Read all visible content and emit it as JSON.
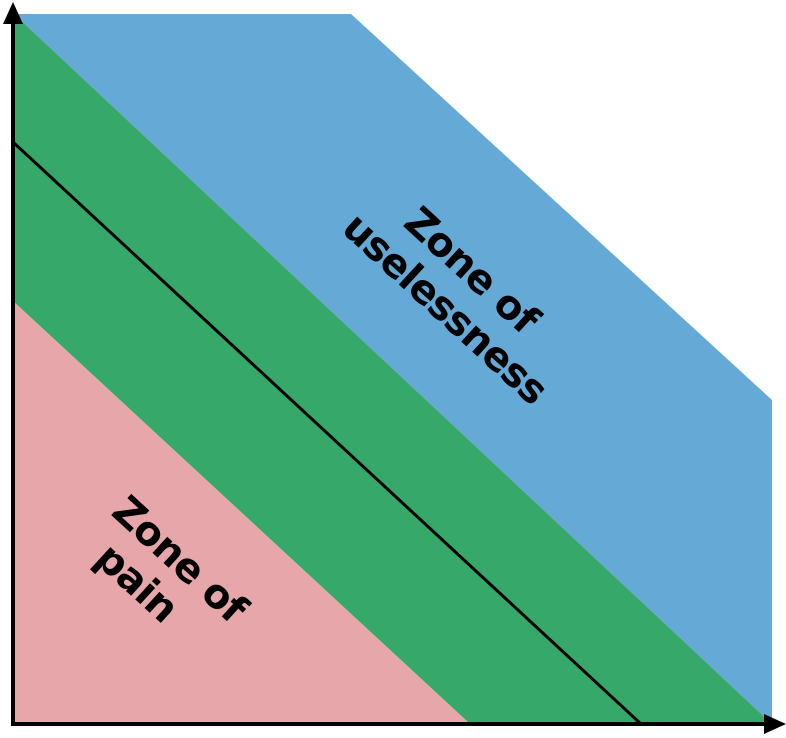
{
  "zones": {
    "uselessness": {
      "lines": [
        "Zone of",
        "uselessness"
      ],
      "color": "#65a9d7"
    },
    "main_sequence": {
      "color": "#36a869"
    },
    "pain": {
      "lines": [
        "Zone of",
        "pain"
      ],
      "color": "#e6a6aa"
    }
  },
  "colors": {
    "axis": "#000000",
    "main_line": "#000000",
    "background": "#ffffff"
  }
}
